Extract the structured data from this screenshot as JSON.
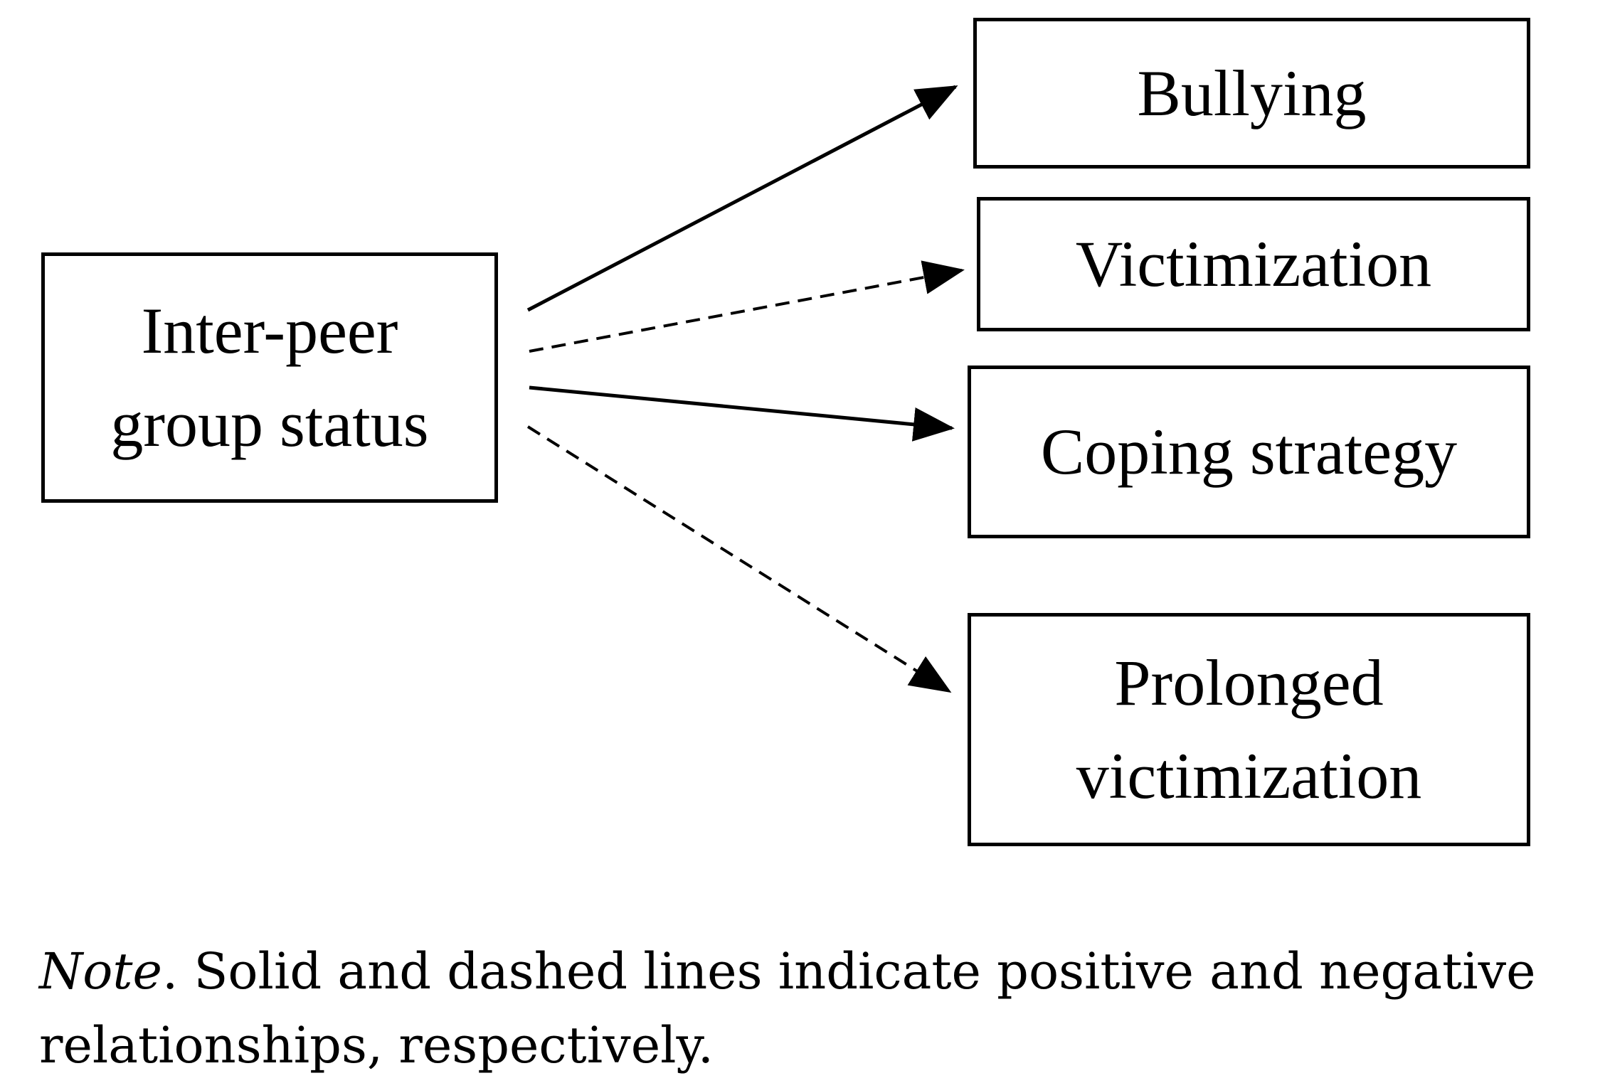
{
  "diagram": {
    "source_node": {
      "lines": [
        "Inter-peer",
        "group status"
      ]
    },
    "target_nodes": {
      "bullying": {
        "lines": [
          "Bullying"
        ]
      },
      "victimization": {
        "lines": [
          "Victimization"
        ]
      },
      "coping_strategy": {
        "lines": [
          "Coping strategy"
        ]
      },
      "prolonged_victimization": {
        "lines": [
          "Prolonged",
          "victimization"
        ]
      }
    },
    "edges": [
      {
        "from": "Inter-peer group status",
        "to": "Bullying",
        "style": "solid"
      },
      {
        "from": "Inter-peer group status",
        "to": "Victimization",
        "style": "dashed"
      },
      {
        "from": "Inter-peer group status",
        "to": "Coping strategy",
        "style": "solid"
      },
      {
        "from": "Inter-peer group status",
        "to": "Prolonged victimization",
        "style": "dashed"
      }
    ]
  },
  "note": {
    "label": "Note",
    "text": ". Solid and dashed lines indicate positive and negative relationships, respectively."
  }
}
